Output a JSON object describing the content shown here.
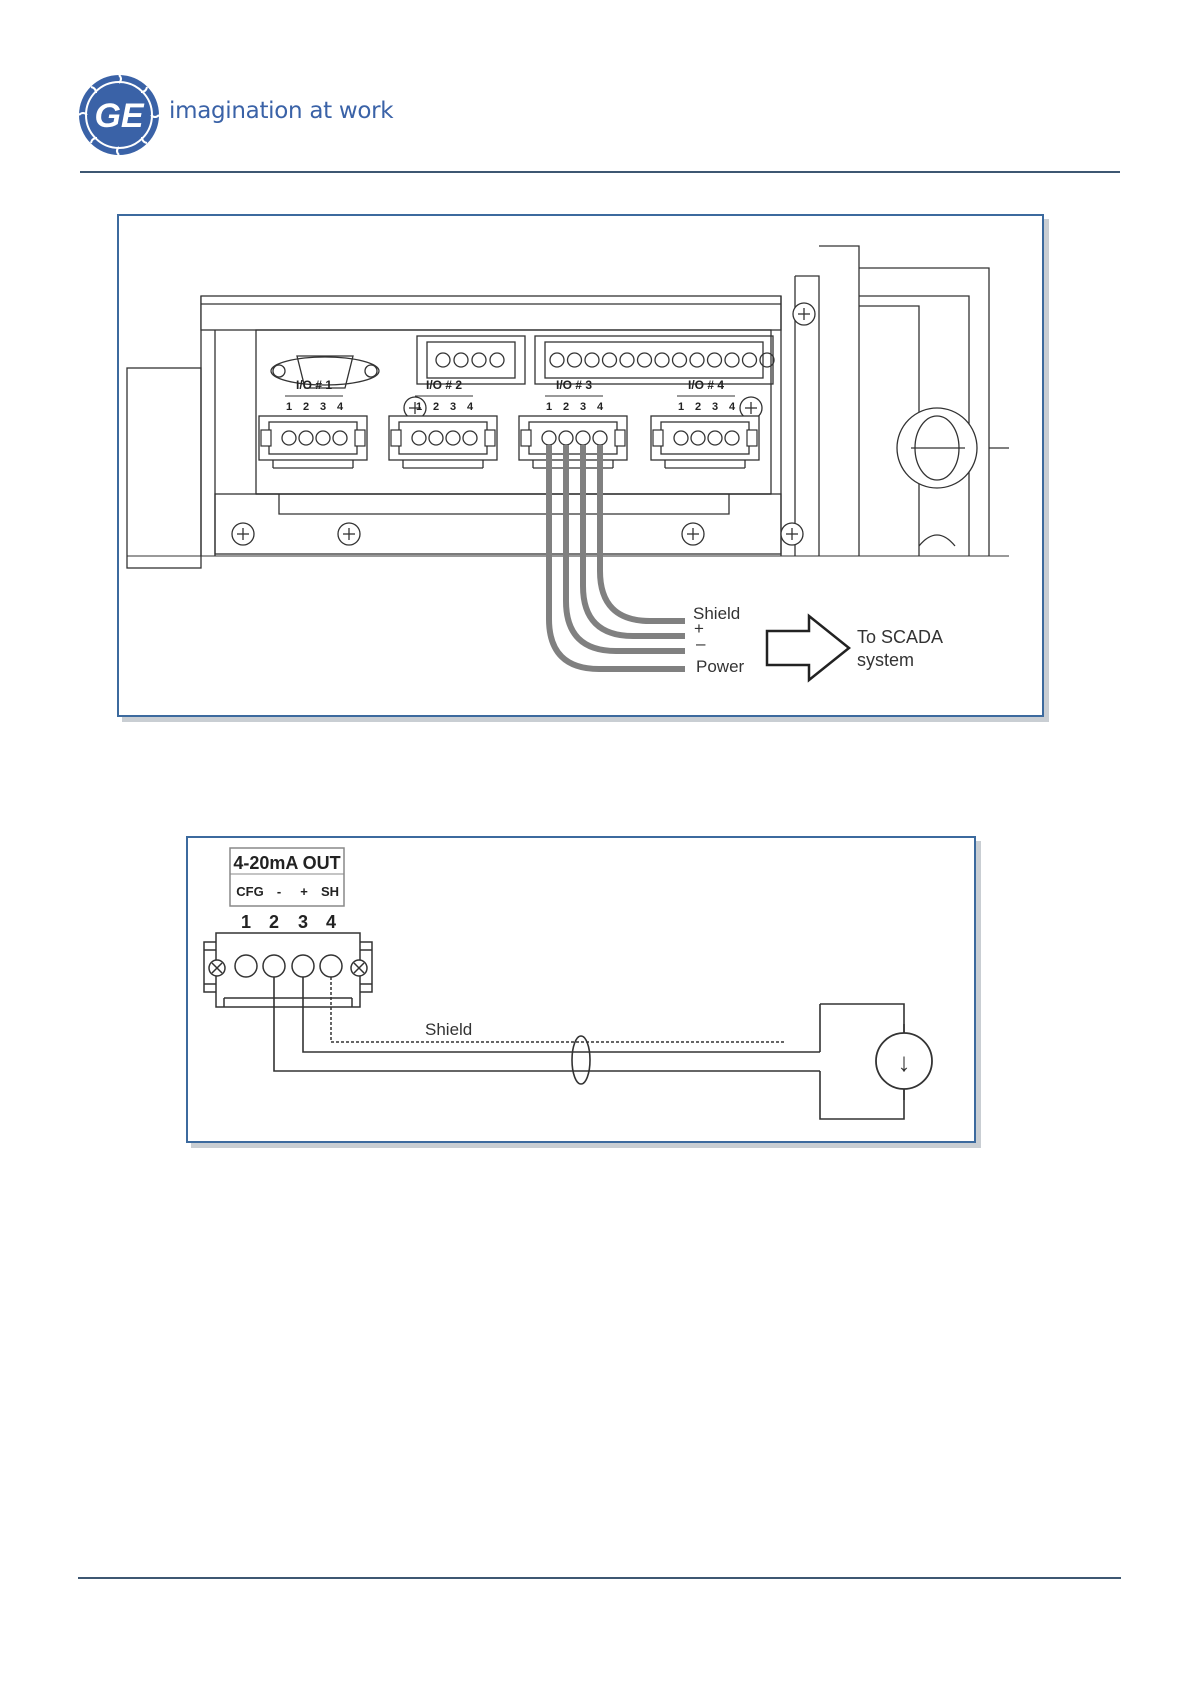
{
  "header": {
    "logo_text": "GE",
    "tagline": "imagination at work"
  },
  "colors": {
    "brand_blue": "#3a62a7",
    "rule": "#3e5772",
    "frame_border": "#3c6a9e"
  },
  "figure1": {
    "io_labels": [
      "I/O # 1",
      "I/O # 2",
      "I/O # 3",
      "I/O # 4"
    ],
    "pin_numbers": [
      "1",
      "2",
      "3",
      "4"
    ],
    "wire_labels": [
      "Shield",
      "+",
      "–",
      "Power"
    ],
    "arrow_label_line1": "To SCADA",
    "arrow_label_line2": "system"
  },
  "figure2": {
    "title": "4-20mA OUT",
    "pin_functions": [
      "CFG",
      "-",
      "+",
      "SH"
    ],
    "pin_numbers": [
      "1",
      "2",
      "3",
      "4"
    ],
    "shield_label": "Shield",
    "source_symbol": "↓"
  }
}
